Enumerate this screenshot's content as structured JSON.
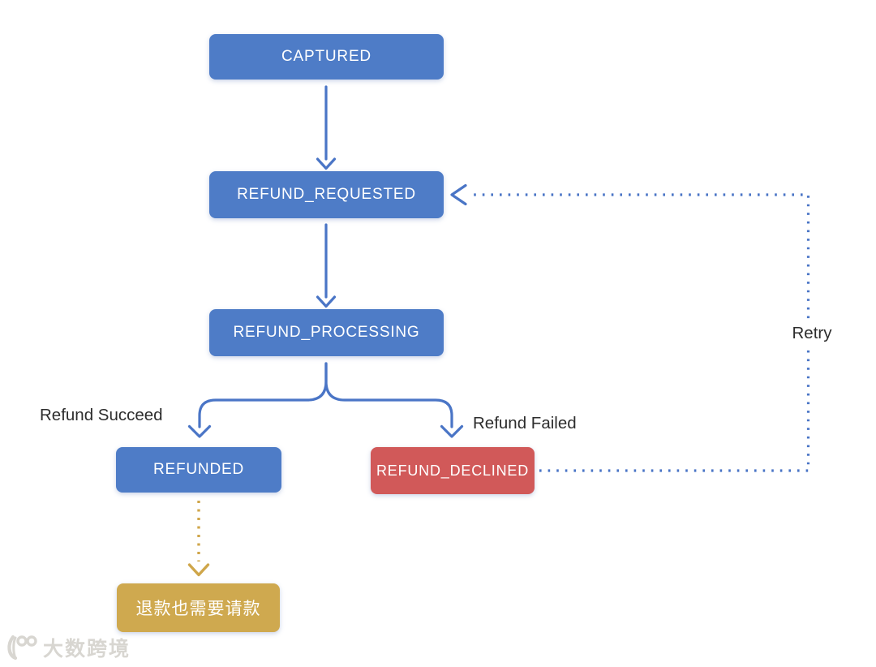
{
  "title": "Refund state flow diagram",
  "diagram": {
    "nodes": [
      {
        "id": "captured",
        "label": "CAPTURED",
        "color": "#4e7cc7"
      },
      {
        "id": "refund-requested",
        "label": "REFUND_REQUESTED",
        "color": "#4e7cc7"
      },
      {
        "id": "refund-processing",
        "label": "REFUND_PROCESSING",
        "color": "#4e7cc7"
      },
      {
        "id": "refunded",
        "label": "REFUNDED",
        "color": "#4e7cc7"
      },
      {
        "id": "refund-declined",
        "label": "REFUND_DECLINED",
        "color": "#d15959"
      },
      {
        "id": "refund-note",
        "label": "退款也需要请款",
        "color": "#cfa94f"
      }
    ],
    "edges": [
      {
        "from": "captured",
        "to": "refund-requested",
        "style": "solid"
      },
      {
        "from": "refund-requested",
        "to": "refund-processing",
        "style": "solid"
      },
      {
        "from": "refund-processing",
        "to": "refunded",
        "style": "solid",
        "label": "Refund Succeed"
      },
      {
        "from": "refund-processing",
        "to": "refund-declined",
        "style": "solid",
        "label": "Refund Failed"
      },
      {
        "from": "refunded",
        "to": "refund-note",
        "style": "dotted",
        "color": "#cfa64a"
      },
      {
        "from": "refund-declined",
        "to": "refund-requested",
        "style": "dotted",
        "label": "Retry",
        "color": "#4a75c6"
      }
    ],
    "labels": {
      "refund_succeed": "Refund Succeed",
      "refund_failed": "Refund Failed",
      "retry": "Retry"
    },
    "colors": {
      "node_blue": "#4e7cc7",
      "node_red": "#d15959",
      "node_yellow": "#cfa94f",
      "connector_blue": "#4a75c6",
      "connector_yellow": "#cfa64a",
      "edge_label_text": "#2d2d2d",
      "node_text": "#ffffff",
      "background": "#ffffff"
    }
  },
  "watermark": {
    "icon": "100-logo-icon",
    "text": "大数跨境"
  }
}
